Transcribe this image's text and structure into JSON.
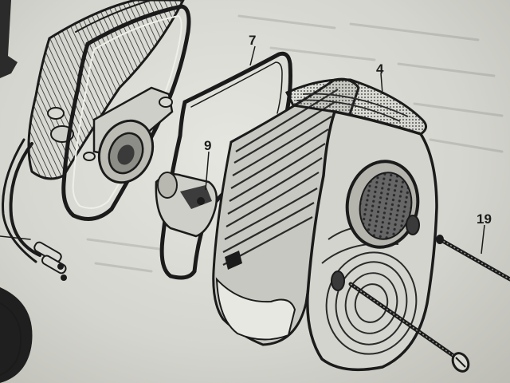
{
  "diagram": {
    "callouts": [
      {
        "id": "part-7",
        "text": "7"
      },
      {
        "id": "part-4",
        "text": "4"
      },
      {
        "id": "part-9",
        "text": "9"
      },
      {
        "id": "part-19",
        "text": "19"
      }
    ],
    "parts": [
      "tail-light-base-plate",
      "lens-gasket",
      "bulb-socket",
      "tail-light-lens",
      "mounting-screw",
      "wiring-harness"
    ]
  }
}
